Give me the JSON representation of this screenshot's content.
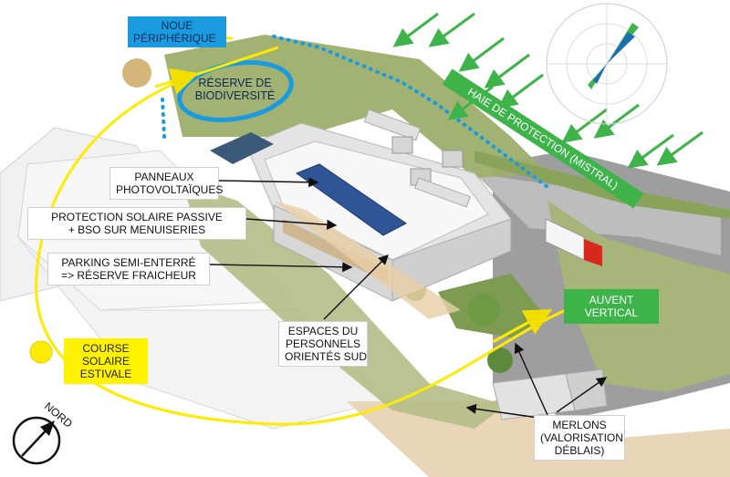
{
  "labels": {
    "noue": [
      "NOUE",
      "PÉRIPHÉRIQUE"
    ],
    "reserve": [
      "RÉSERVE DE",
      "BIODIVERSITÉ"
    ],
    "haie": "HAIE DE PROTECTION (MISTRAL)",
    "panneaux": [
      "PANNEAUX",
      "PHOTOVOLTAÏQUES"
    ],
    "protection": [
      "PROTECTION SOLAIRE PASSIVE",
      "+ BSO SUR MENUISERIES"
    ],
    "parking": [
      "PARKING SEMI-ENTERRÉ",
      "=> RÉSERVE FRAICHEUR"
    ],
    "espaces": [
      "ESPACES DU",
      "PERSONNELS",
      "ORIENTÉS SUD"
    ],
    "course": [
      "COURSE",
      "SOLAIRE",
      "ESTIVALE"
    ],
    "auvent": [
      "AUVENT",
      "VERTICAL"
    ],
    "merlons": [
      "MERLONS",
      "(VALORISATION",
      "DÉBLAIS)"
    ],
    "nord": "NORD"
  },
  "colors": {
    "noue_box": "#1a9be0",
    "reserve_ring": "#1a9be0",
    "sun_path": "#ffeb00",
    "wind_arrows": "#3db34a",
    "auvent_box": "#3db34a",
    "haie_bar": "#3db34a",
    "solar_panels": "#2f5597"
  },
  "icons": [
    "north-compass-icon",
    "wind-rose-icon",
    "sun-icon"
  ]
}
